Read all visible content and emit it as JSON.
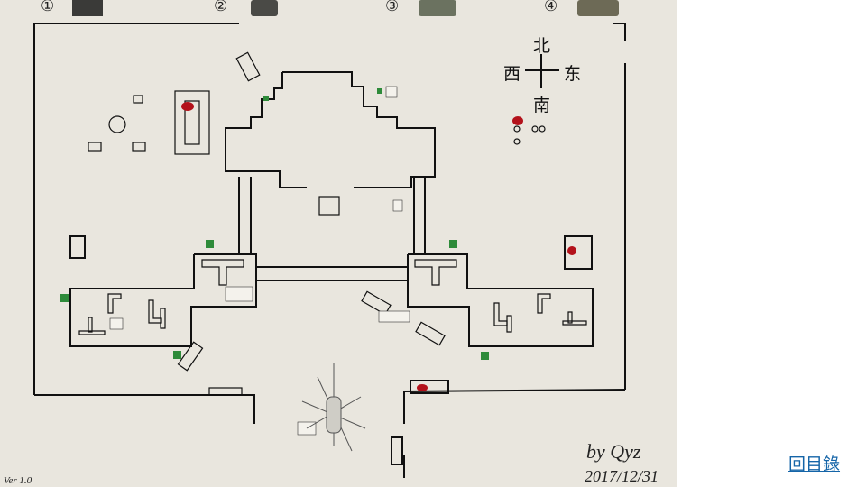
{
  "map": {
    "vehicle_markers": [
      "①",
      "②",
      "③",
      "④"
    ],
    "compass": {
      "north": "北",
      "west": "西",
      "east": "东",
      "south": "南"
    },
    "signature": {
      "author": "by Qyz",
      "date": "2017/12/31"
    },
    "version": "Ver 1.0",
    "colors": {
      "paper": "#e9e6de",
      "wall": "#111111",
      "exit_sign": "#2e8b3a",
      "marker": "#b3121b"
    },
    "icons": [
      "tank-icon",
      "jeep-icon",
      "apc-icon",
      "truck-icon",
      "helicopter-icon",
      "exit-sign-icon",
      "explosive-barrel-icon"
    ]
  },
  "nav": {
    "back_label": "回目錄"
  }
}
